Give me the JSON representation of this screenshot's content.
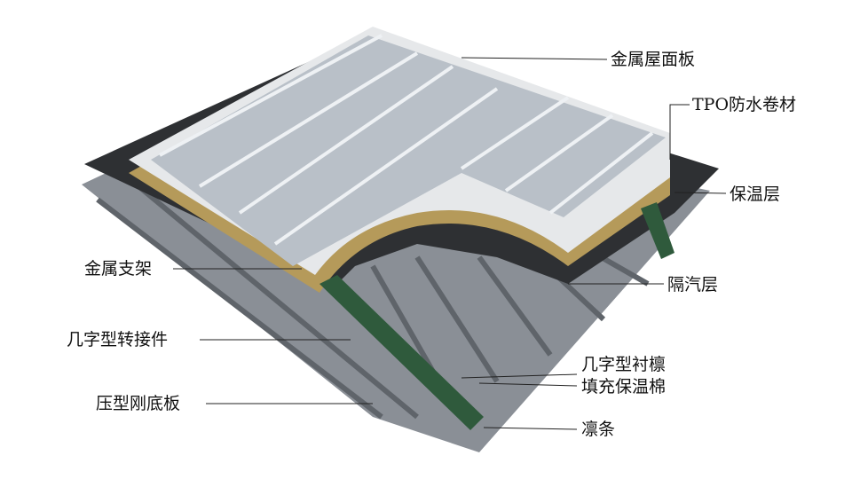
{
  "labels": {
    "roof_panel": "金属屋面板",
    "tpo": "TPO防水卷材",
    "insulation": "保温层",
    "bracket": "金属支架",
    "vapor_barrier": "隔汽层",
    "adapter": "几字型转接件",
    "purlin_liner": "几字型衬檩",
    "filler_wool": "填充保温棉",
    "deck": "压型刚底板",
    "purlin": "凛条"
  },
  "colors": {
    "deck": "#8a8f96",
    "vapor": "#2e3033",
    "insulation": "#b59a5a",
    "tpo": "#e6e8ea",
    "panel": "#b9c0c8",
    "purlin": "#2f5a3c"
  }
}
